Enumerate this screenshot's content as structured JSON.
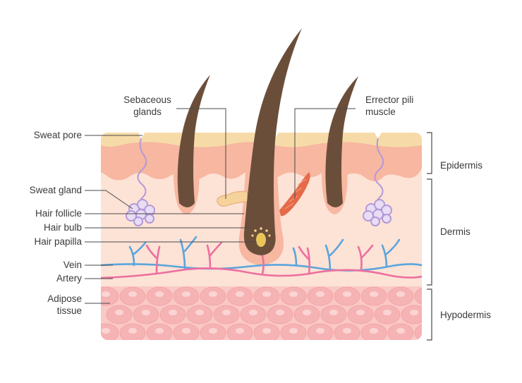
{
  "diagram": {
    "labels_left": {
      "sweat_pore": "Sweat pore",
      "sweat_gland": "Sweat gland",
      "hair_follicle": "Hair follicle",
      "hair_bulb": "Hair bulb",
      "hair_papilla": "Hair papilla",
      "vein": "Vein",
      "artery": "Artery",
      "adipose_line1": "Adipose",
      "adipose_line2": "tissue"
    },
    "labels_top": {
      "sebaceous_line1": "Sebaceous",
      "sebaceous_line2": "glands",
      "erector_line1": "Errector pili",
      "erector_line2": "muscle"
    },
    "layers": {
      "epidermis": "Epidermis",
      "dermis": "Dermis",
      "hypodermis": "Hypodermis"
    },
    "colors": {
      "stratum_corneum": "#f6dba8",
      "epidermis": "#f7b7a0",
      "dermis": "#fde2d6",
      "hypodermis": "#f9c9c5",
      "fat_cell": "#f6b3b4",
      "fat_nucleus": "#fbd4d4",
      "hair": "#6b4e3a",
      "vein": "#5aa5dc",
      "artery": "#ec6f9e",
      "sweat_gland": "#b39ad8",
      "sebaceous": "#f6d39a",
      "muscle": "#e56a49",
      "papilla": "#e9c55a"
    }
  }
}
